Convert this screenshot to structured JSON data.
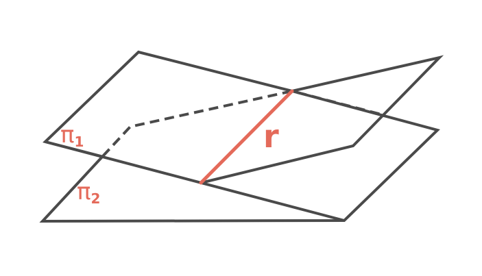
{
  "colors": {
    "plane_stroke": "#4a4a4a",
    "intersection": "#e46a5a",
    "label": "#e46a5a",
    "background": "#ffffff"
  },
  "labels": {
    "plane1": {
      "symbol": "π",
      "subscript": "1"
    },
    "plane2": {
      "symbol": "π",
      "subscript": "2"
    },
    "line": "r"
  }
}
